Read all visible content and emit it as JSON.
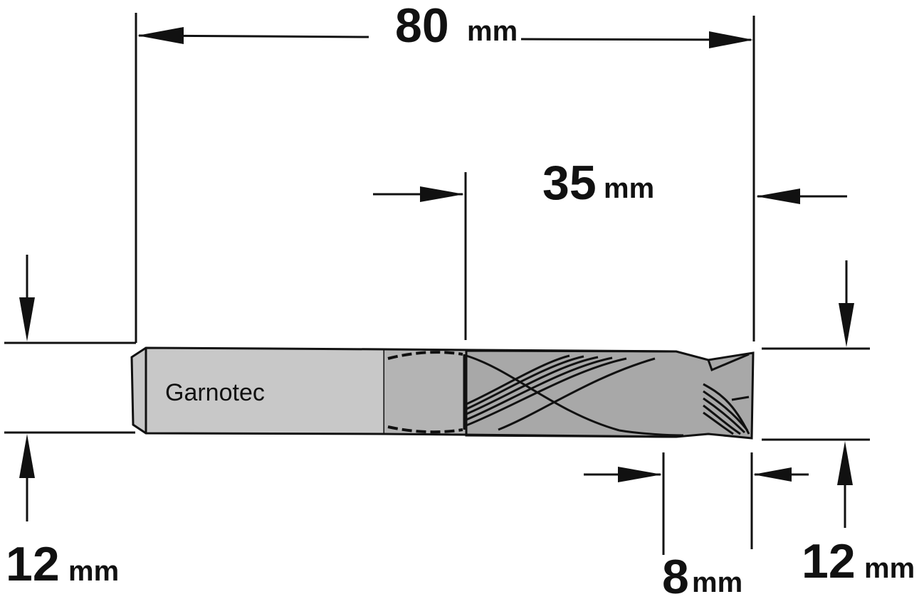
{
  "brand": "Garnotec",
  "dimensions": {
    "overall_length": {
      "value": "80",
      "unit": "mm"
    },
    "cutting_length": {
      "value": "35",
      "unit": "mm"
    },
    "shank_diameter": {
      "value": "12",
      "unit": "mm"
    },
    "cutting_diameter": {
      "value": "12",
      "unit": "mm"
    },
    "tip_width": {
      "value": "8",
      "unit": "mm"
    }
  },
  "colors": {
    "line": "#111111",
    "shank": "#c8c8c8",
    "body": "#a8a8a8",
    "background": "#ffffff"
  }
}
